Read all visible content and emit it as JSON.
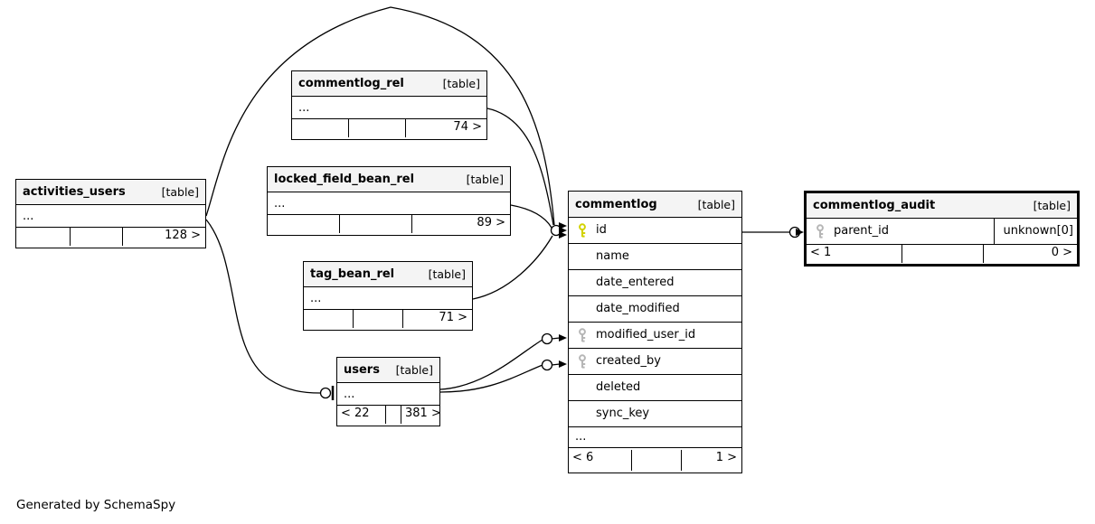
{
  "footer_note": "Generated by SchemaSpy",
  "colors": {
    "primary_key": "#d2d200",
    "foreign_key": "#b6b6b6",
    "header_bg": "#f4f4f4",
    "border": "#000000"
  },
  "tables": {
    "activities_users": {
      "name": "activities_users",
      "type_label": "[table]",
      "ellipsis": "...",
      "footer": {
        "left": "",
        "mid": "",
        "right": "128 >"
      }
    },
    "commentlog_rel": {
      "name": "commentlog_rel",
      "type_label": "[table]",
      "ellipsis": "...",
      "footer": {
        "left": "",
        "mid": "",
        "right": "74 >"
      }
    },
    "locked_field_bean_rel": {
      "name": "locked_field_bean_rel",
      "type_label": "[table]",
      "ellipsis": "...",
      "footer": {
        "left": "",
        "mid": "",
        "right": "89 >"
      }
    },
    "tag_bean_rel": {
      "name": "tag_bean_rel",
      "type_label": "[table]",
      "ellipsis": "...",
      "footer": {
        "left": "",
        "mid": "",
        "right": "71 >"
      }
    },
    "users": {
      "name": "users",
      "type_label": "[table]",
      "ellipsis": "...",
      "footer": {
        "left": "< 22",
        "mid": "",
        "right": "381 >"
      }
    },
    "commentlog": {
      "name": "commentlog",
      "type_label": "[table]",
      "columns": [
        {
          "name": "id",
          "key": "primary"
        },
        {
          "name": "name",
          "key": "none"
        },
        {
          "name": "date_entered",
          "key": "none"
        },
        {
          "name": "date_modified",
          "key": "none"
        },
        {
          "name": "modified_user_id",
          "key": "foreign"
        },
        {
          "name": "created_by",
          "key": "foreign"
        },
        {
          "name": "deleted",
          "key": "none"
        },
        {
          "name": "sync_key",
          "key": "none"
        }
      ],
      "ellipsis": "...",
      "footer": {
        "left": "< 6",
        "mid": "",
        "right": "1 >"
      }
    },
    "commentlog_audit": {
      "name": "commentlog_audit",
      "type_label": "[table]",
      "columns": [
        {
          "name": "parent_id",
          "key": "foreign",
          "type": "unknown[0]"
        }
      ],
      "footer": {
        "left": "< 1",
        "mid": "",
        "right": "0 >"
      }
    }
  },
  "relationships": [
    {
      "from": "activities_users",
      "to": "commentlog.id"
    },
    {
      "from": "activities_users",
      "to": "users"
    },
    {
      "from": "commentlog_rel",
      "to": "commentlog.id"
    },
    {
      "from": "locked_field_bean_rel",
      "to": "commentlog.id"
    },
    {
      "from": "tag_bean_rel",
      "to": "commentlog.id"
    },
    {
      "from": "users",
      "to": "commentlog.modified_user_id"
    },
    {
      "from": "users",
      "to": "commentlog.created_by"
    },
    {
      "from": "commentlog.id",
      "to": "commentlog_audit.parent_id"
    }
  ]
}
